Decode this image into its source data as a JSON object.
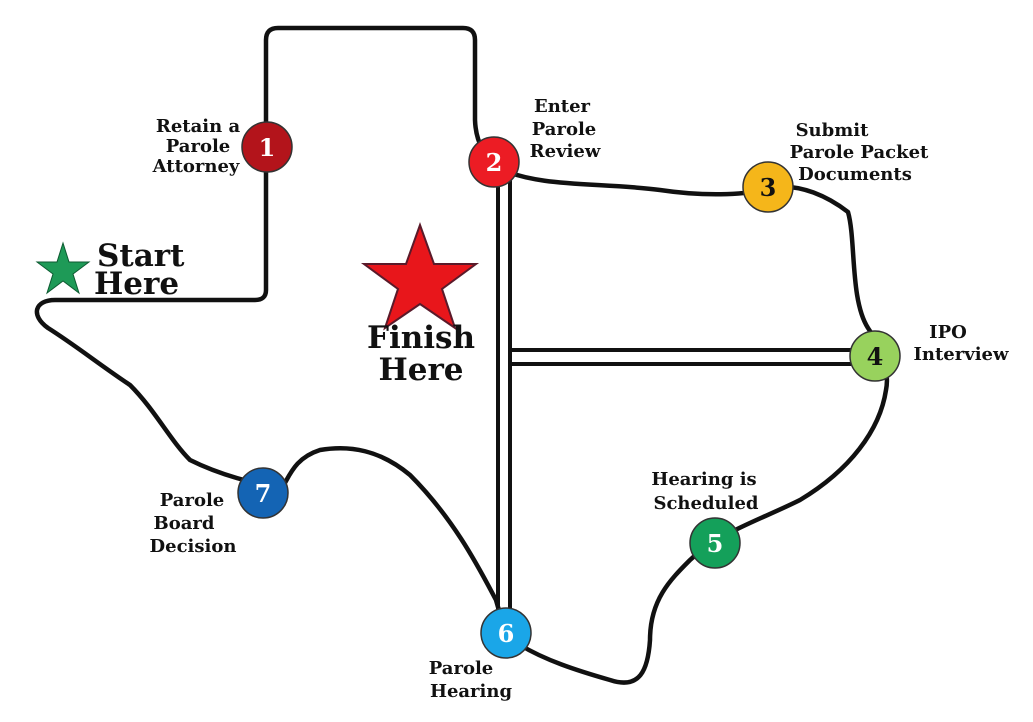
{
  "colors": {
    "outline": "#111111",
    "star_start": "#1e9a57",
    "star_finish": "#e8161b",
    "step1": "#b3141b",
    "step2": "#ec1c24",
    "step3": "#f5b61a",
    "step4": "#98d25d",
    "step5": "#14a05a",
    "step6": "#1aa6e8",
    "step7": "#1464b4"
  },
  "start": {
    "line1": "Start",
    "line2": "Here",
    "icon": "star-icon"
  },
  "finish": {
    "line1": "Finish",
    "line2": "Here",
    "icon": "star-icon"
  },
  "steps": [
    {
      "number": "1",
      "lines": [
        "Retain a",
        "Parole",
        "Attorney"
      ]
    },
    {
      "number": "2",
      "lines": [
        "Enter",
        "Parole",
        "Review"
      ]
    },
    {
      "number": "3",
      "lines": [
        "Submit",
        "Parole Packet",
        "Documents"
      ]
    },
    {
      "number": "4",
      "lines": [
        "IPO",
        "Interview"
      ]
    },
    {
      "number": "5",
      "lines": [
        "Hearing is",
        "Scheduled"
      ]
    },
    {
      "number": "6",
      "lines": [
        "Parole",
        "Hearing"
      ]
    },
    {
      "number": "7",
      "lines": [
        "Parole",
        "Board",
        "Decision"
      ]
    }
  ]
}
